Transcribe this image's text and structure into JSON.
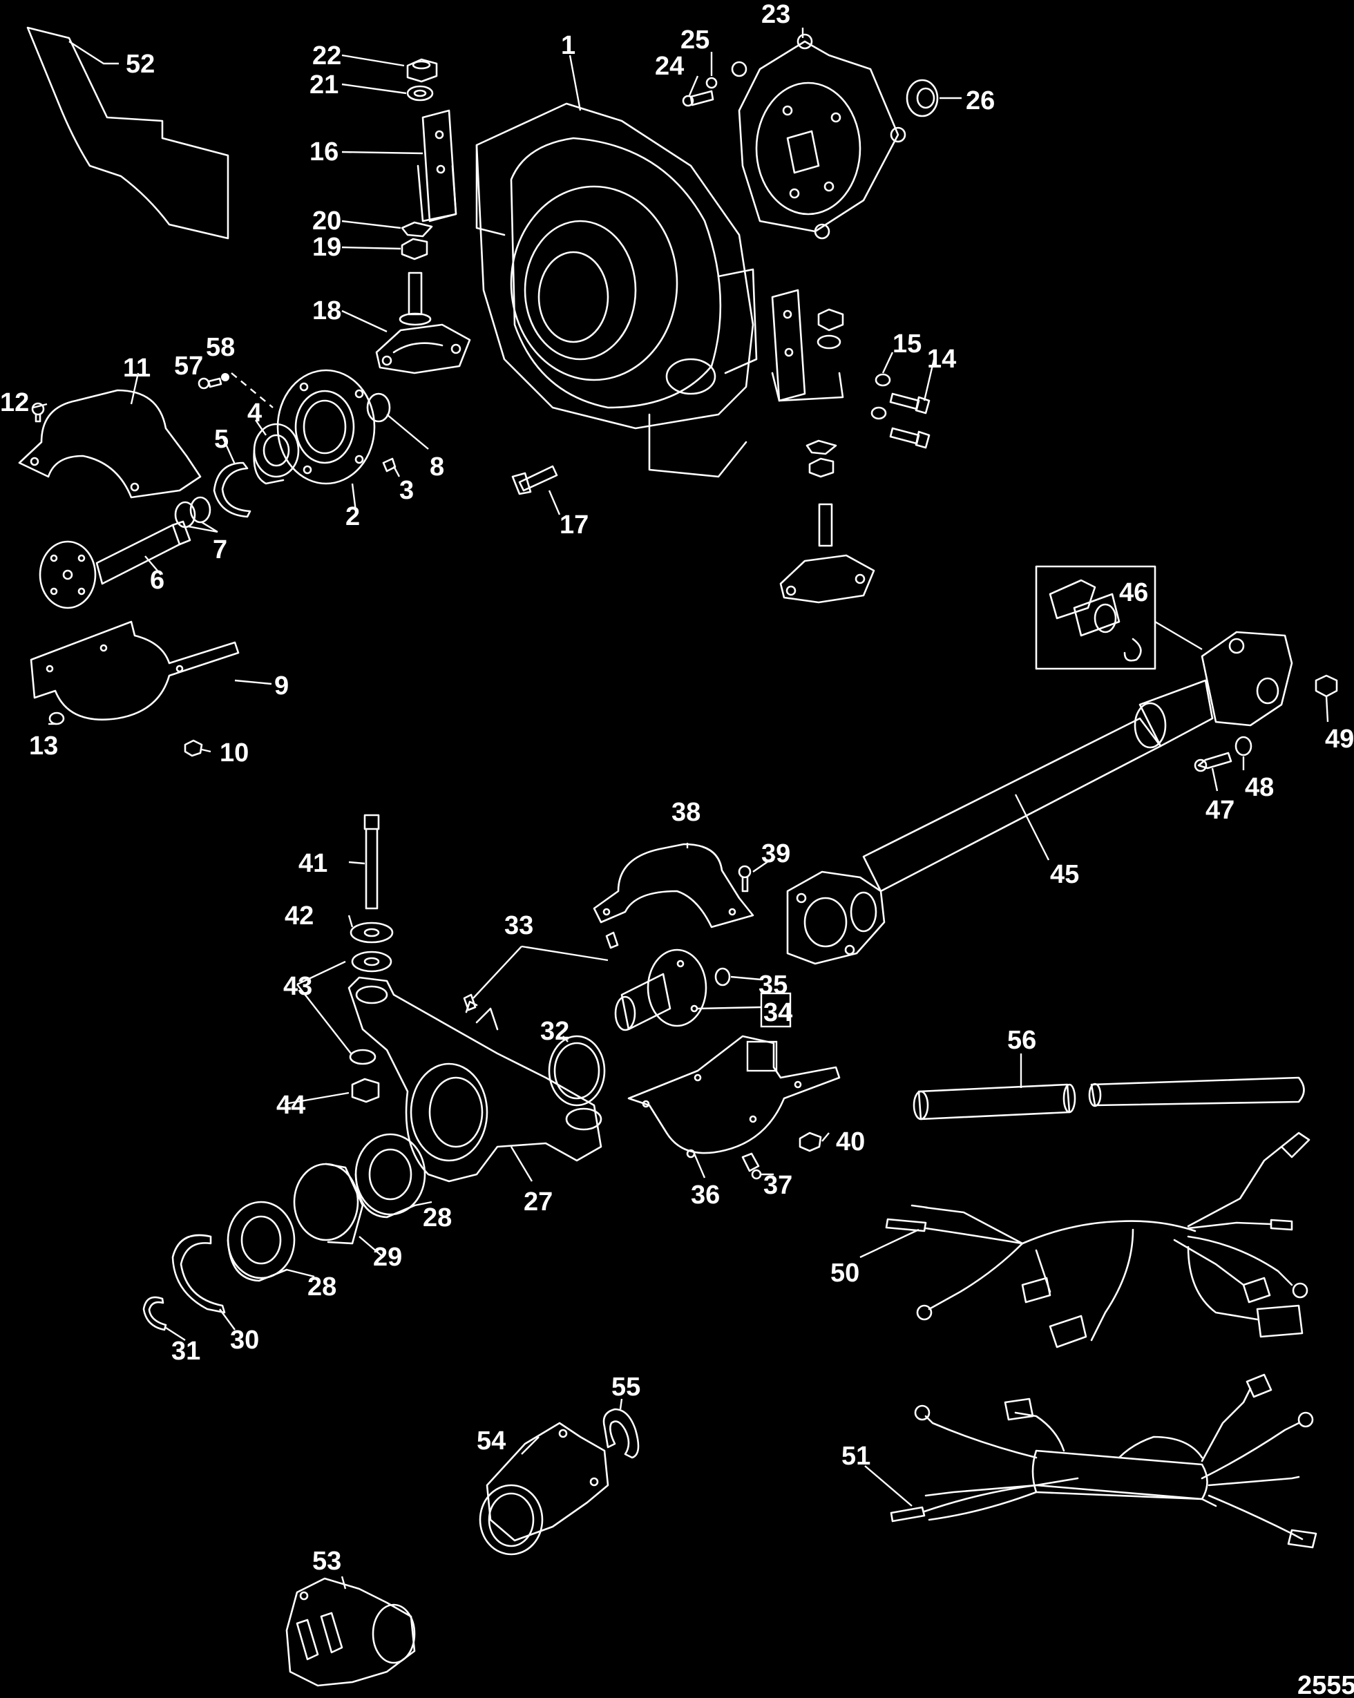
{
  "background": "#000000",
  "foreground": "#ffffff",
  "figure_number": "2555",
  "callouts": [
    {
      "id": "c1",
      "text": "1"
    },
    {
      "id": "c2",
      "text": "2"
    },
    {
      "id": "c3",
      "text": "3"
    },
    {
      "id": "c4",
      "text": "4"
    },
    {
      "id": "c5",
      "text": "5"
    },
    {
      "id": "c6",
      "text": "6"
    },
    {
      "id": "c7",
      "text": "7"
    },
    {
      "id": "c8",
      "text": "8"
    },
    {
      "id": "c9",
      "text": "9"
    },
    {
      "id": "c10",
      "text": "10"
    },
    {
      "id": "c11",
      "text": "11"
    },
    {
      "id": "c12",
      "text": "12"
    },
    {
      "id": "c13",
      "text": "13"
    },
    {
      "id": "c14",
      "text": "14"
    },
    {
      "id": "c15",
      "text": "15"
    },
    {
      "id": "c16",
      "text": "16"
    },
    {
      "id": "c17",
      "text": "17"
    },
    {
      "id": "c18",
      "text": "18"
    },
    {
      "id": "c19",
      "text": "19"
    },
    {
      "id": "c20",
      "text": "20"
    },
    {
      "id": "c21",
      "text": "21"
    },
    {
      "id": "c22",
      "text": "22"
    },
    {
      "id": "c23",
      "text": "23"
    },
    {
      "id": "c24",
      "text": "24"
    },
    {
      "id": "c25",
      "text": "25"
    },
    {
      "id": "c26",
      "text": "26"
    },
    {
      "id": "c27",
      "text": "27"
    },
    {
      "id": "c28a",
      "text": "28"
    },
    {
      "id": "c28b",
      "text": "28"
    },
    {
      "id": "c29",
      "text": "29"
    },
    {
      "id": "c30",
      "text": "30"
    },
    {
      "id": "c31",
      "text": "31"
    },
    {
      "id": "c32",
      "text": "32"
    },
    {
      "id": "c33",
      "text": "33"
    },
    {
      "id": "c34",
      "text": "34"
    },
    {
      "id": "c35",
      "text": "35"
    },
    {
      "id": "c36",
      "text": "36"
    },
    {
      "id": "c37",
      "text": "37"
    },
    {
      "id": "c38",
      "text": "38"
    },
    {
      "id": "c39",
      "text": "39"
    },
    {
      "id": "c40",
      "text": "40"
    },
    {
      "id": "c41",
      "text": "41"
    },
    {
      "id": "c42",
      "text": "42"
    },
    {
      "id": "c43",
      "text": "43"
    },
    {
      "id": "c44",
      "text": "44"
    },
    {
      "id": "c45",
      "text": "45"
    },
    {
      "id": "c46",
      "text": "46"
    },
    {
      "id": "c47",
      "text": "47"
    },
    {
      "id": "c48",
      "text": "48"
    },
    {
      "id": "c49",
      "text": "49"
    },
    {
      "id": "c50",
      "text": "50"
    },
    {
      "id": "c51",
      "text": "51"
    },
    {
      "id": "c52",
      "text": "52"
    },
    {
      "id": "c53",
      "text": "53"
    },
    {
      "id": "c54",
      "text": "54"
    },
    {
      "id": "c55",
      "text": "55"
    },
    {
      "id": "c56",
      "text": "56"
    },
    {
      "id": "c57",
      "text": "57"
    },
    {
      "id": "c58",
      "text": "58"
    }
  ]
}
